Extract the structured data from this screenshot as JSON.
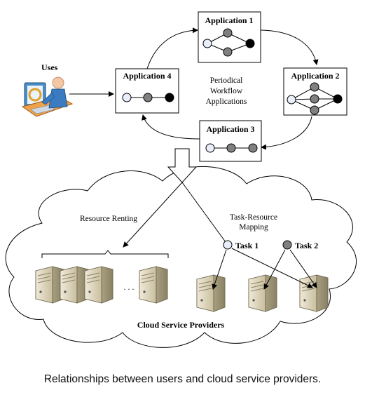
{
  "users_label": "Uses",
  "applications": [
    {
      "label": "Application 1"
    },
    {
      "label": "Application 2"
    },
    {
      "label": "Application 3"
    },
    {
      "label": "Application 4"
    }
  ],
  "center_label_lines": [
    "Periodical",
    "Workflow",
    "Applications"
  ],
  "resource_renting": "Resource Renting",
  "task_mapping_lines": [
    "Task-Resource",
    "Mapping"
  ],
  "task1": "Task 1",
  "task2": "Task 2",
  "ellipsis": ". . .",
  "cloud_label": "Cloud Service Providers",
  "caption": "Relationships between users and cloud service providers.",
  "colors": {
    "light_node": "#e8eefa",
    "gray_node": "#808080",
    "dark_node": "#000000",
    "server_body": "#dcd3bd"
  }
}
